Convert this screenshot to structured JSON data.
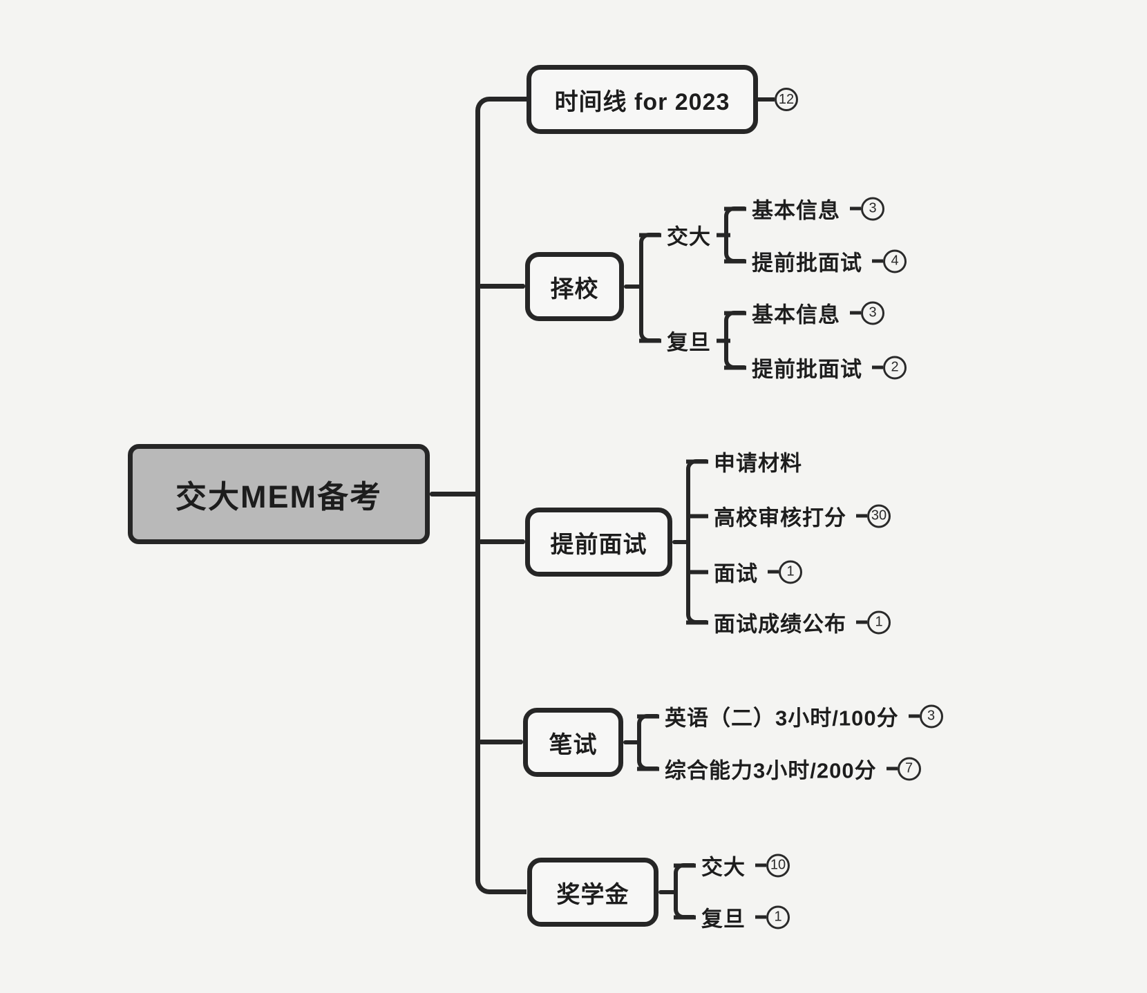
{
  "colors": {
    "background": "#f4f4f2",
    "line": "#262626",
    "root_fill": "#b9b9b9",
    "node_fill": "#f7f7f6",
    "text": "#1d1d1d"
  },
  "root": {
    "label": "交大MEM备考"
  },
  "branches": [
    {
      "label": "时间线 for 2023",
      "badge": "12",
      "children": []
    },
    {
      "label": "择校",
      "badge": null,
      "children": [
        {
          "label": "交大",
          "badge": null,
          "children": [
            {
              "label": "基本信息",
              "badge": "3"
            },
            {
              "label": "提前批面试",
              "badge": "4"
            }
          ]
        },
        {
          "label": "复旦",
          "badge": null,
          "children": [
            {
              "label": "基本信息",
              "badge": "3"
            },
            {
              "label": "提前批面试",
              "badge": "2"
            }
          ]
        }
      ]
    },
    {
      "label": "提前面试",
      "badge": null,
      "children": [
        {
          "label": "申请材料",
          "badge": null
        },
        {
          "label": "高校审核打分",
          "badge": "30"
        },
        {
          "label": "面试",
          "badge": "1"
        },
        {
          "label": "面试成绩公布",
          "badge": "1"
        }
      ]
    },
    {
      "label": "笔试",
      "badge": null,
      "children": [
        {
          "label": "英语（二）3小时/100分",
          "badge": "3"
        },
        {
          "label": "综合能力3小时/200分",
          "badge": "7"
        }
      ]
    },
    {
      "label": "奖学金",
      "badge": null,
      "children": [
        {
          "label": "交大",
          "badge": "10"
        },
        {
          "label": "复旦",
          "badge": "1"
        }
      ]
    }
  ]
}
